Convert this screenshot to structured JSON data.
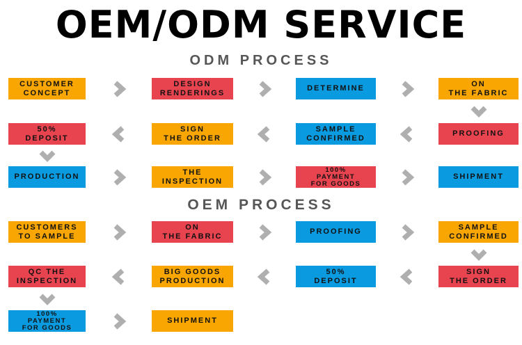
{
  "title": "OEM/ODM SERVICE",
  "colors": {
    "orange": "#F9A602",
    "red": "#E84450",
    "blue": "#0A9ADF",
    "arrow_gray": "#AFAFAF",
    "heading_gray": "#565656",
    "title_black": "#000000",
    "box_text": "#111111"
  },
  "odm": {
    "heading": "ODM PROCESS",
    "rows": [
      {
        "direction": "right",
        "boxes": [
          {
            "label": "CUSTOMER\nCONCEPT",
            "color": "orange"
          },
          {
            "label": "DESIGN\nRENDERINGS",
            "color": "red"
          },
          {
            "label": "DETERMINE",
            "color": "blue"
          },
          {
            "label": "ON\nTHE FABRIC",
            "color": "orange"
          }
        ]
      },
      {
        "direction": "left",
        "boxes": [
          {
            "label": "50%\nDEPOSIT",
            "color": "red"
          },
          {
            "label": "SIGN\nTHE ORDER",
            "color": "orange"
          },
          {
            "label": "SAMPLE\nCONFIRMED",
            "color": "blue"
          },
          {
            "label": "PROOFING",
            "color": "red"
          }
        ]
      },
      {
        "direction": "right",
        "boxes": [
          {
            "label": "PRODUCTION",
            "color": "blue"
          },
          {
            "label": "THE\nINSPECTION",
            "color": "orange"
          },
          {
            "label": "100%\nPAYMENT\nFOR GOODS",
            "color": "red"
          },
          {
            "label": "SHIPMENT",
            "color": "blue"
          }
        ]
      }
    ]
  },
  "oem": {
    "heading": "OEM PROCESS",
    "rows": [
      {
        "direction": "right",
        "boxes": [
          {
            "label": "CUSTOMERS\nTO SAMPLE",
            "color": "orange"
          },
          {
            "label": "ON\nTHE FABRIC",
            "color": "red"
          },
          {
            "label": "PROOFING",
            "color": "blue"
          },
          {
            "label": "SAMPLE\nCONFIRMED",
            "color": "orange"
          }
        ]
      },
      {
        "direction": "left",
        "boxes": [
          {
            "label": "QC THE\nINSPECTION",
            "color": "red"
          },
          {
            "label": "BIG GOODS\nPRODUCTION",
            "color": "orange"
          },
          {
            "label": "50%\nDEPOSIT",
            "color": "blue"
          },
          {
            "label": "SIGN\nTHE ORDER",
            "color": "red"
          }
        ]
      },
      {
        "direction": "right",
        "boxes": [
          {
            "label": "100%\nPAYMENT\nFOR GOODS",
            "color": "blue"
          },
          {
            "label": "SHIPMENT",
            "color": "orange"
          }
        ]
      }
    ]
  }
}
